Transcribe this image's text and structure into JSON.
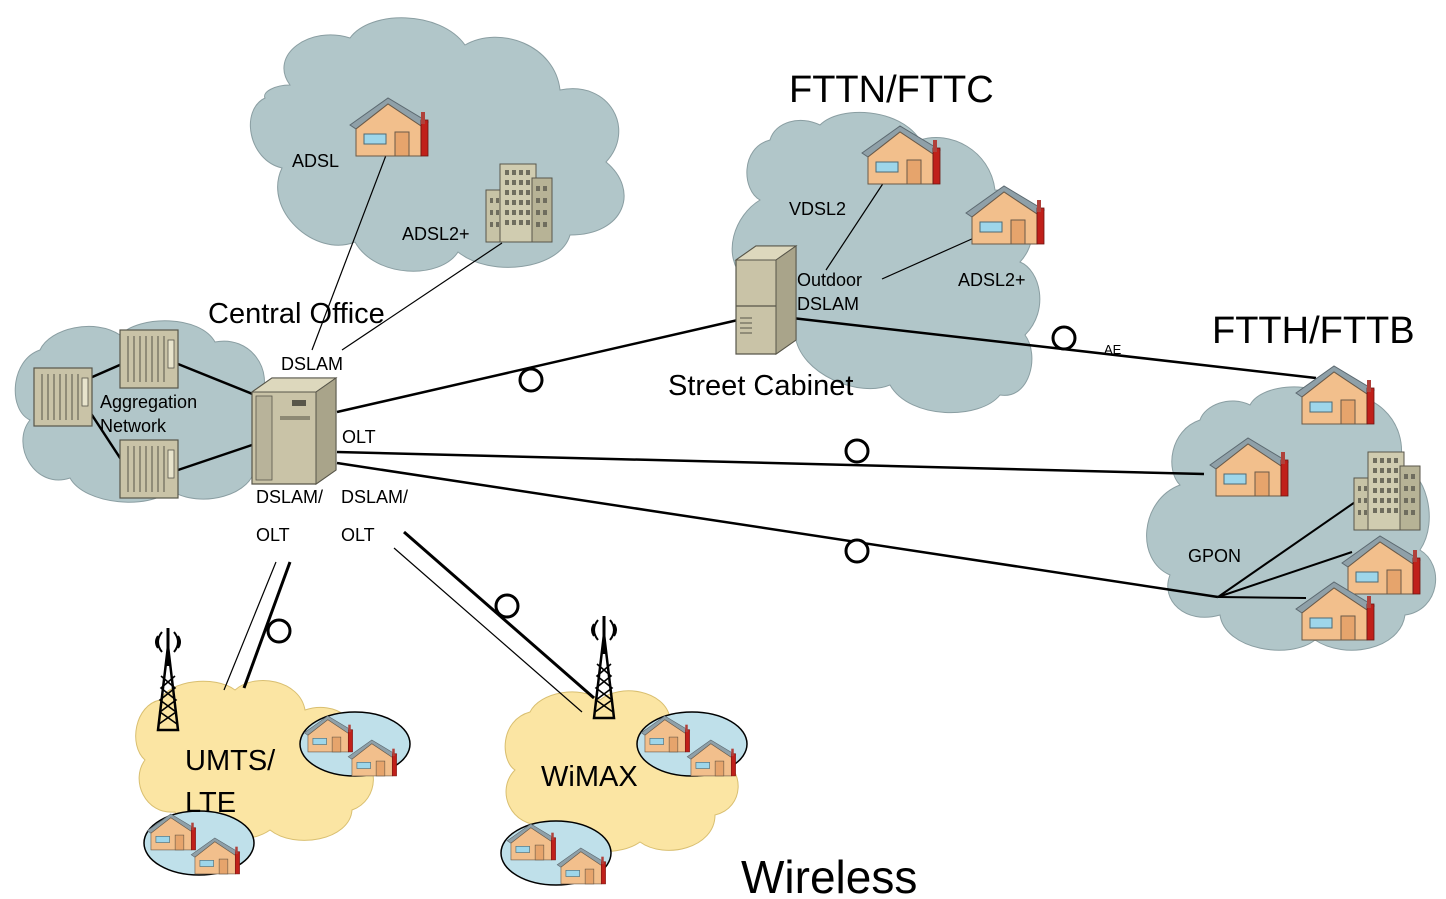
{
  "labels": {
    "adsl": "ADSL",
    "adsl2plus_co": "ADSL2+",
    "central_office": "Central Office",
    "dslam_co": "DSLAM",
    "aggregation_line1": "Aggregation",
    "aggregation_line2": "Network",
    "olt_main": "OLT",
    "dslam_olt_1_line1": "DSLAM/",
    "dslam_olt_1_line2": "OLT",
    "dslam_olt_2_line1": "DSLAM/",
    "dslam_olt_2_line2": "OLT",
    "fttn_title": "FTTN/FTTC",
    "vdsl2": "VDSL2",
    "outdoor_line1": "Outdoor",
    "outdoor_line2": "DSLAM",
    "adsl2plus_fttn": "ADSL2+",
    "street_cabinet": "Street Cabinet",
    "ae": "AE",
    "ftth_title": "FTTH/FTTB",
    "gpon": "GPON",
    "umts_line1": "UMTS/",
    "umts_line2": "LTE",
    "wimax": "WiMAX",
    "wireless": "Wireless"
  },
  "colors": {
    "cloud_gray": "#b1c6c9",
    "cloud_yellow": "#fbe5a3",
    "cell_blue": "#bfe0ea",
    "house_wall": "#f2bf8c",
    "roof": "#8fa0a8",
    "server": "#c9c3a7",
    "building": "#c7c3a6"
  },
  "icons": {
    "house": "house-icon",
    "office_building": "office-building-icon",
    "server": "server-icon",
    "rack": "rack-icon",
    "tower": "cell-tower-icon"
  }
}
